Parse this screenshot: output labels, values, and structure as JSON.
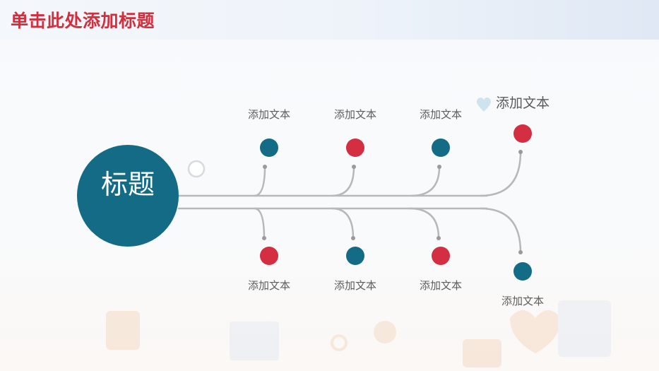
{
  "header": {
    "title": "单击此处添加标题"
  },
  "colors": {
    "teal": "#136b86",
    "red": "#d32e42",
    "line": "#b8b8b8",
    "title": "#d02f3e"
  },
  "diagram": {
    "center_label": "标题",
    "top_nodes": [
      {
        "label": "添加文本",
        "color": "teal"
      },
      {
        "label": "添加文本",
        "color": "red"
      },
      {
        "label": "添加文本",
        "color": "teal"
      },
      {
        "label": "添加文本",
        "color": "red"
      }
    ],
    "bottom_nodes": [
      {
        "label": "添加文本",
        "color": "red"
      },
      {
        "label": "添加文本",
        "color": "teal"
      },
      {
        "label": "添加文本",
        "color": "red"
      },
      {
        "label": "添加文本",
        "color": "teal"
      }
    ],
    "decor_icons": [
      "heart-icon",
      "ring-icon"
    ]
  }
}
